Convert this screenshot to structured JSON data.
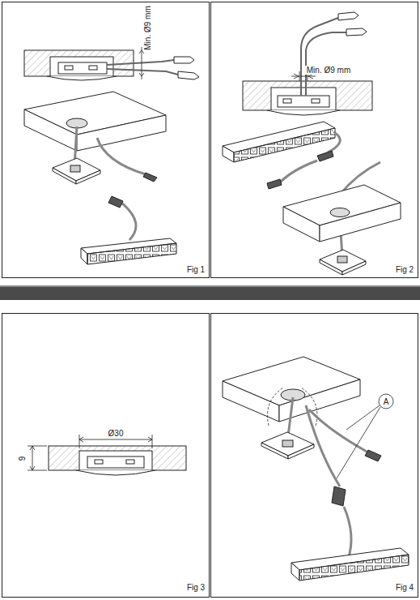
{
  "diagram": {
    "labels": [
      "Min. Ø9 mm",
      "Fig 1",
      "Min. Ø9 mm",
      "Fig 2",
      "Ø30",
      "9",
      "Fig 3",
      "A",
      "Fig 4"
    ]
  }
}
